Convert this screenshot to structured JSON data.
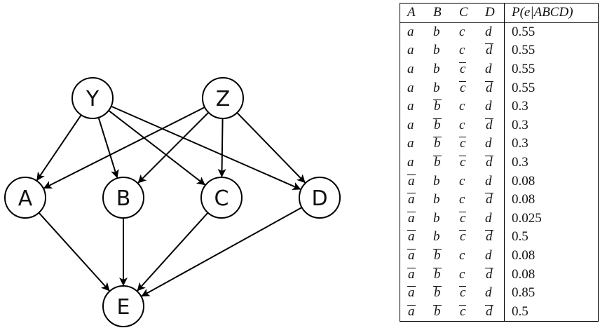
{
  "diagram": {
    "nodes": [
      {
        "id": "Y",
        "label": "Y"
      },
      {
        "id": "Z",
        "label": "Z"
      },
      {
        "id": "A",
        "label": "A"
      },
      {
        "id": "B",
        "label": "B"
      },
      {
        "id": "C",
        "label": "C"
      },
      {
        "id": "D",
        "label": "D"
      },
      {
        "id": "E",
        "label": "E"
      }
    ],
    "edges": [
      {
        "from": "Y",
        "to": "A"
      },
      {
        "from": "Y",
        "to": "B"
      },
      {
        "from": "Y",
        "to": "C"
      },
      {
        "from": "Y",
        "to": "D"
      },
      {
        "from": "Z",
        "to": "A"
      },
      {
        "from": "Z",
        "to": "B"
      },
      {
        "from": "Z",
        "to": "C"
      },
      {
        "from": "Z",
        "to": "D"
      },
      {
        "from": "A",
        "to": "E"
      },
      {
        "from": "B",
        "to": "E"
      },
      {
        "from": "C",
        "to": "E"
      },
      {
        "from": "D",
        "to": "E"
      }
    ]
  },
  "table": {
    "headers": [
      "A",
      "B",
      "C",
      "D",
      "P(e|ABCD)"
    ],
    "rows": [
      {
        "a": "a",
        "b": "b",
        "c": "c",
        "d": "d",
        "p": "0.55"
      },
      {
        "a": "a",
        "b": "b",
        "c": "c",
        "d": "¬d",
        "p": "0.55"
      },
      {
        "a": "a",
        "b": "b",
        "c": "¬c",
        "d": "d",
        "p": "0.55"
      },
      {
        "a": "a",
        "b": "b",
        "c": "¬c",
        "d": "¬d",
        "p": "0.55"
      },
      {
        "a": "a",
        "b": "¬b",
        "c": "c",
        "d": "d",
        "p": "0.3"
      },
      {
        "a": "a",
        "b": "¬b",
        "c": "c",
        "d": "¬d",
        "p": "0.3"
      },
      {
        "a": "a",
        "b": "¬b",
        "c": "¬c",
        "d": "d",
        "p": "0.3"
      },
      {
        "a": "a",
        "b": "¬b",
        "c": "¬c",
        "d": "¬d",
        "p": "0.3"
      },
      {
        "a": "¬a",
        "b": "b",
        "c": "c",
        "d": "d",
        "p": "0.08"
      },
      {
        "a": "¬a",
        "b": "b",
        "c": "c",
        "d": "¬d",
        "p": "0.08"
      },
      {
        "a": "¬a",
        "b": "b",
        "c": "¬c",
        "d": "d",
        "p": "0.025"
      },
      {
        "a": "¬a",
        "b": "b",
        "c": "¬c",
        "d": "¬d",
        "p": "0.5"
      },
      {
        "a": "¬a",
        "b": "¬b",
        "c": "c",
        "d": "d",
        "p": "0.08"
      },
      {
        "a": "¬a",
        "b": "¬b",
        "c": "c",
        "d": "¬d",
        "p": "0.08"
      },
      {
        "a": "¬a",
        "b": "¬b",
        "c": "¬c",
        "d": "d",
        "p": "0.85"
      },
      {
        "a": "¬a",
        "b": "¬b",
        "c": "¬c",
        "d": "¬d",
        "p": "0.5"
      }
    ]
  }
}
